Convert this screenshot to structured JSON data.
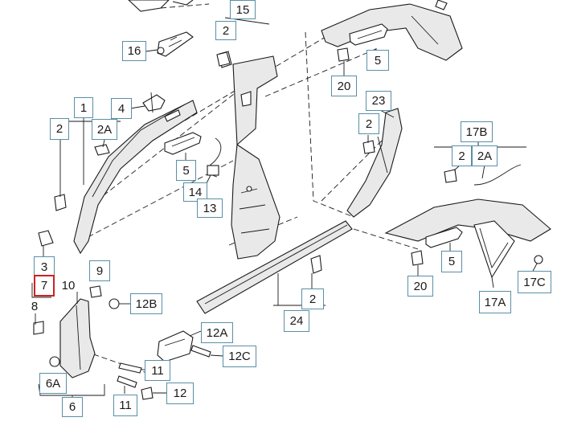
{
  "diagram": {
    "active_callout": "7",
    "accent_color": "#5a8fa6",
    "active_color": "#cc2222",
    "callouts": [
      {
        "id": "c15",
        "label": "15"
      },
      {
        "id": "c2a",
        "label": "2"
      },
      {
        "id": "c16",
        "label": "16"
      },
      {
        "id": "c5a",
        "label": "5"
      },
      {
        "id": "c20a",
        "label": "20"
      },
      {
        "id": "c1",
        "label": "1"
      },
      {
        "id": "c4",
        "label": "4"
      },
      {
        "id": "c23",
        "label": "23"
      },
      {
        "id": "c2b",
        "label": "2"
      },
      {
        "id": "c2c",
        "label": "2"
      },
      {
        "id": "c2A1",
        "label": "2A"
      },
      {
        "id": "c17B",
        "label": "17B"
      },
      {
        "id": "c2d",
        "label": "2"
      },
      {
        "id": "c2A2",
        "label": "2A"
      },
      {
        "id": "c5b",
        "label": "5"
      },
      {
        "id": "c14",
        "label": "14"
      },
      {
        "id": "c13",
        "label": "13"
      },
      {
        "id": "c3",
        "label": "3"
      },
      {
        "id": "c9",
        "label": "9"
      },
      {
        "id": "c7",
        "label": "7"
      },
      {
        "id": "c10",
        "label": "10"
      },
      {
        "id": "c8",
        "label": "8"
      },
      {
        "id": "c12B",
        "label": "12B"
      },
      {
        "id": "c2e",
        "label": "2"
      },
      {
        "id": "c24",
        "label": "24"
      },
      {
        "id": "c5c",
        "label": "5"
      },
      {
        "id": "c20b",
        "label": "20"
      },
      {
        "id": "c17C",
        "label": "17C"
      },
      {
        "id": "c17A",
        "label": "17A"
      },
      {
        "id": "c12A",
        "label": "12A"
      },
      {
        "id": "c12C",
        "label": "12C"
      },
      {
        "id": "c11a",
        "label": "11"
      },
      {
        "id": "c6A",
        "label": "6A"
      },
      {
        "id": "c12",
        "label": "12"
      },
      {
        "id": "c6",
        "label": "6"
      },
      {
        "id": "c11b",
        "label": "11"
      }
    ]
  }
}
